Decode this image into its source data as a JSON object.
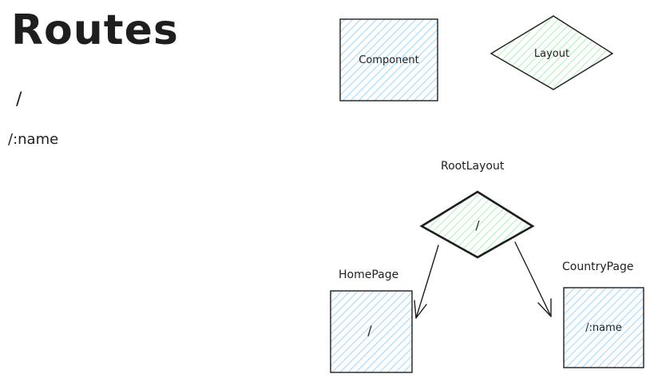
{
  "page": {
    "title": "Routes",
    "routes": [
      "/",
      "/:name"
    ]
  },
  "legend": {
    "component_label": "Component",
    "layout_label": "Layout"
  },
  "tree": {
    "root": {
      "name": "RootLayout",
      "path": "/"
    },
    "children": [
      {
        "name": "HomePage",
        "path": "/"
      },
      {
        "name": "CountryPage",
        "path": "/:name"
      }
    ]
  },
  "colors": {
    "component_fill": "#a5d8ff",
    "layout_fill": "#b2f2bb",
    "stroke": "#1e1e1e"
  }
}
